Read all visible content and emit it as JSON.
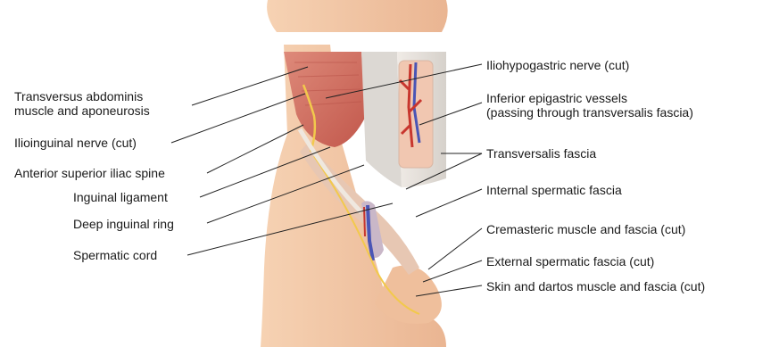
{
  "labels_left": [
    {
      "id": "transversus",
      "lines": [
        "Transversus abdominis",
        "muscle and aponeurosis"
      ]
    },
    {
      "id": "ilioinguinal",
      "lines": [
        "Ilioinguinal nerve (cut)"
      ]
    },
    {
      "id": "asis",
      "lines": [
        "Anterior superior iliac spine"
      ]
    },
    {
      "id": "inguinal-ligament",
      "lines": [
        "Inguinal ligament"
      ]
    },
    {
      "id": "deep-ring",
      "lines": [
        "Deep inguinal ring"
      ]
    },
    {
      "id": "spermatic-cord",
      "lines": [
        "Spermatic cord"
      ]
    }
  ],
  "labels_right": [
    {
      "id": "iliohypogastric",
      "lines": [
        "Iliohypogastric nerve (cut)"
      ]
    },
    {
      "id": "epigastric",
      "lines": [
        "Inferior epigastric vessels",
        "(passing through transversalis fascia)"
      ]
    },
    {
      "id": "transversalis",
      "lines": [
        "Transversalis fascia"
      ]
    },
    {
      "id": "internal-spermatic",
      "lines": [
        "Internal spermatic fascia"
      ]
    },
    {
      "id": "cremasteric",
      "lines": [
        "Cremasteric muscle and fascia (cut)"
      ]
    },
    {
      "id": "external-spermatic",
      "lines": [
        "External spermatic fascia (cut)"
      ]
    },
    {
      "id": "skin-dartos",
      "lines": [
        "Skin and dartos muscle and fascia (cut)"
      ]
    }
  ],
  "colors": {
    "skin": "#f3c7a4",
    "skin_shadow": "#e3a885",
    "muscle": "#d9796b",
    "muscle_dark": "#b9544a",
    "fascia": "#e9e2da",
    "aponeurosis": "#d7d3ce",
    "vein": "#4a55b5",
    "artery": "#c8362e",
    "nerve": "#f2c94c",
    "leader": "#222222"
  }
}
